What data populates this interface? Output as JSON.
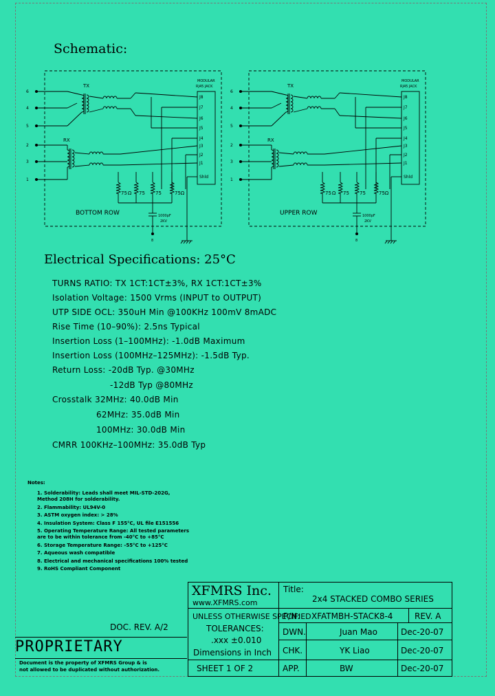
{
  "schematic_title": "Schematic:",
  "schematic": {
    "left_pins": [
      "6",
      "4",
      "5",
      "2",
      "3",
      "1"
    ],
    "jack_label_1": "MODULAR",
    "jack_label_2": "RJ45 JACK",
    "jack_pins": [
      "J8",
      "J7",
      "J6",
      "J5",
      "J4",
      "J3",
      "J2",
      "J1",
      "Shld"
    ],
    "tx": "TX",
    "rx": "RX",
    "resistors": [
      "75",
      "75",
      "75",
      "75Ω"
    ],
    "resistor_ohm": "Ω",
    "cap_value": "1000pF",
    "cap_voltage": "2KV",
    "cap_pin": "8",
    "bottom_row": "BOTTOM ROW",
    "upper_row": "UPPER ROW"
  },
  "electrical_title": "Electrical Specifications: 25°C",
  "specs": [
    "TURNS RATIO: TX 1CT:1CT±3%, RX 1CT:1CT±3%",
    "Isolation Voltage:  1500 Vrms (INPUT to OUTPUT)",
    "UTP SIDE OCL: 350uH Min @100KHz 100mV 8mADC",
    "Rise Time (10–90%): 2.5ns Typical",
    "Insertion Loss (1–100MHz): -1.0dB Maximum",
    "Insertion Loss (100MHz–125MHz): -1.5dB Typ.",
    "Return Loss:  -20dB Typ. @30MHz",
    "-12dB Typ @80MHz",
    "Crosstalk 32MHz: 40.0dB Min",
    "62MHz: 35.0dB Min",
    "100MHz: 30.0dB Min",
    "CMRR 100KHz–100MHz: 35.0dB Typ"
  ],
  "notes_title": "Notes:",
  "notes": [
    "1.  Solderability: Leads shall meet MIL-STD-202G,",
    "     Method 208H for solderability.",
    "2.  Flammability: UL94V-0",
    "3.  ASTM oxygen index: > 28%",
    "4.  Insulation System: Class F 155°C, UL file E151556",
    "5.  Operating Temperature Range: All tested parameters",
    "     are to be within tolerance from -40°C to +85°C",
    "6.  Storage Temperature Range: -55°C to +125°C",
    "7.  Aqueous wash compatible",
    "8.  Electrical and mechanical specifications 100% tested",
    "9.  RoHS Compliant Component"
  ],
  "doc_rev": "DOC. REV. A/2",
  "proprietary": "PROPRIETARY",
  "proprietary_note_1": "Document is the property of XFMRS Group & is",
  "proprietary_note_2": "not allowed to be duplicated without authorization.",
  "title_block": {
    "company": "XFMRS Inc.",
    "website": "www.XFMRS.com",
    "title_label": "Title:",
    "title": "2x4 STACKED COMBO SERIES",
    "unless": "UNLESS OTHERWISE SPECIFIED",
    "tolerances": "TOLERANCES:",
    "tol_value": ".xxx ±0.010",
    "dimensions": "Dimensions in Inch",
    "pn_label": "P/N:",
    "pn": "XFATMBH-STACK8-4",
    "rev": "REV. A",
    "dwn_label": "DWN.",
    "dwn_name": "Juan Mao",
    "dwn_date": "Dec-20-07",
    "chk_label": "CHK.",
    "chk_name": "YK Liao",
    "chk_date": "Dec-20-07",
    "app_label": "APP.",
    "app_name": "BW",
    "app_date": "Dec-20-07",
    "sheet": "SHEET  1  OF  2"
  }
}
